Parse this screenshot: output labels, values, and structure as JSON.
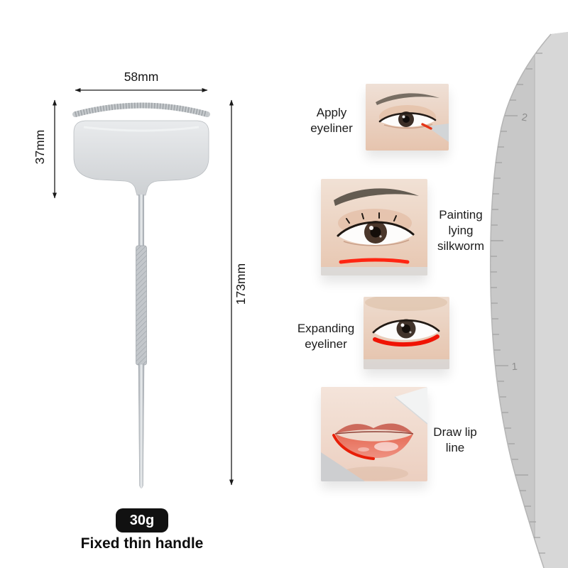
{
  "product": {
    "name": "Fixed thin handle",
    "weight": "30g",
    "dimensions": {
      "head_width": "58mm",
      "head_height": "37mm",
      "total_length": "173mm"
    }
  },
  "features": [
    {
      "label": "Apply eyeliner"
    },
    {
      "label": "Painting lying silkworm"
    },
    {
      "label": "Expanding eyeliner"
    },
    {
      "label": "Draw lip line"
    }
  ],
  "ruler": {
    "marks": [
      "2",
      "1"
    ]
  },
  "colors": {
    "accent_red": "#ee2211",
    "badge_bg": "#111111",
    "tool_gray": "#d5d7d9"
  }
}
